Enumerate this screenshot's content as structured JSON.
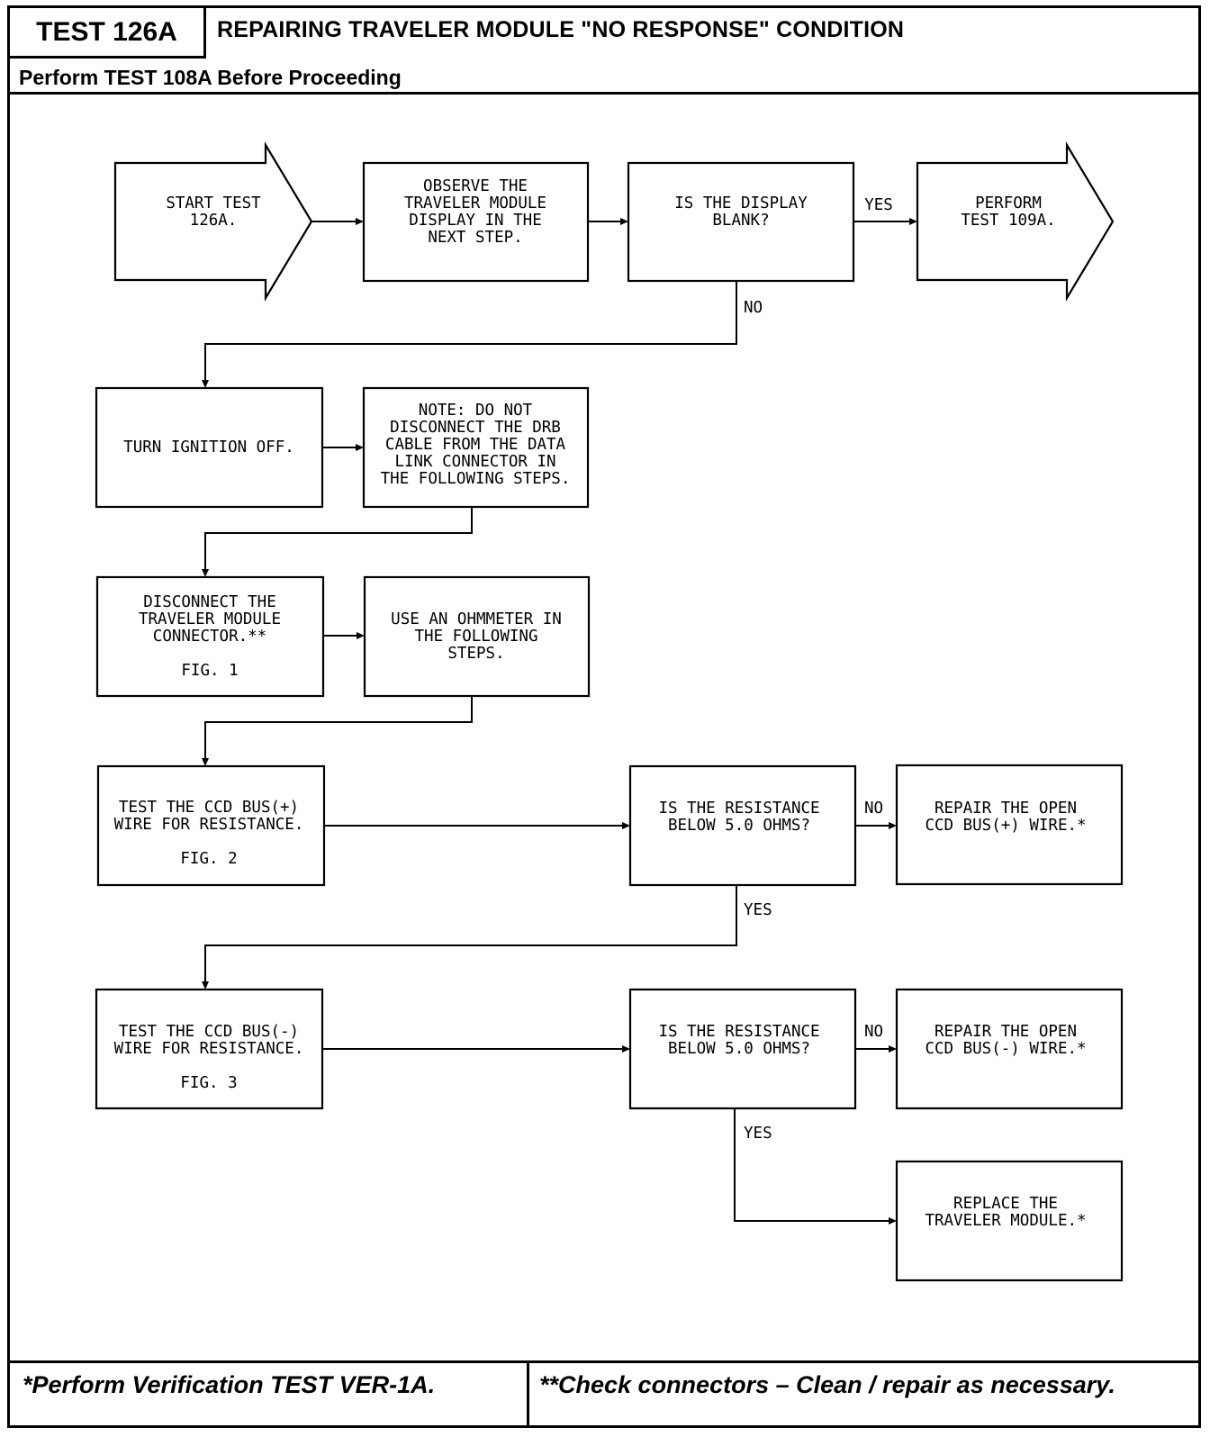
{
  "header": {
    "test_id": "TEST 126A",
    "title": "REPAIRING TRAVELER MODULE \"NO RESPONSE\" CONDITION",
    "prerequisite": "Perform TEST 108A Before Proceeding"
  },
  "footer": {
    "left": "*Perform Verification TEST VER-1A.",
    "right": "**Check connectors – Clean / repair as necessary."
  },
  "nodes": {
    "start": [
      "START TEST",
      "126A."
    ],
    "observe": [
      "OBSERVE THE",
      "TRAVELER MODULE",
      "DISPLAY IN THE",
      "NEXT STEP."
    ],
    "display_blank": [
      "IS THE DISPLAY",
      "BLANK?"
    ],
    "perform_109a": [
      "PERFORM",
      "TEST 109A."
    ],
    "ignition_off": [
      "TURN IGNITION OFF."
    ],
    "note": [
      "NOTE: DO NOT",
      "DISCONNECT THE DRB",
      "CABLE FROM THE DATA",
      "LINK CONNECTOR IN",
      "THE FOLLOWING STEPS."
    ],
    "disconnect": [
      "DISCONNECT THE",
      "TRAVELER MODULE",
      "CONNECTOR.**",
      "",
      "FIG. 1"
    ],
    "ohmmeter": [
      "USE AN OHMMETER IN",
      "THE FOLLOWING",
      "STEPS."
    ],
    "test_plus": [
      "TEST THE CCD BUS(+)",
      "WIRE FOR RESISTANCE.",
      "",
      "FIG. 2"
    ],
    "res_plus": [
      "IS THE RESISTANCE",
      "BELOW 5.0 OHMS?"
    ],
    "repair_plus": [
      "REPAIR THE OPEN",
      "CCD BUS(+) WIRE.*"
    ],
    "test_minus": [
      "TEST THE CCD BUS(-)",
      "WIRE FOR RESISTANCE.",
      "",
      "FIG. 3"
    ],
    "res_minus": [
      "IS THE RESISTANCE",
      "BELOW 5.0 OHMS?"
    ],
    "repair_minus": [
      "REPAIR THE OPEN",
      "CCD BUS(-) WIRE.*"
    ],
    "replace": [
      "REPLACE THE",
      "TRAVELER MODULE.*"
    ]
  },
  "edge_labels": {
    "blank_yes": "YES",
    "blank_no": "NO",
    "plus_no": "NO",
    "plus_yes": "YES",
    "minus_no": "NO",
    "minus_yes": "YES"
  }
}
